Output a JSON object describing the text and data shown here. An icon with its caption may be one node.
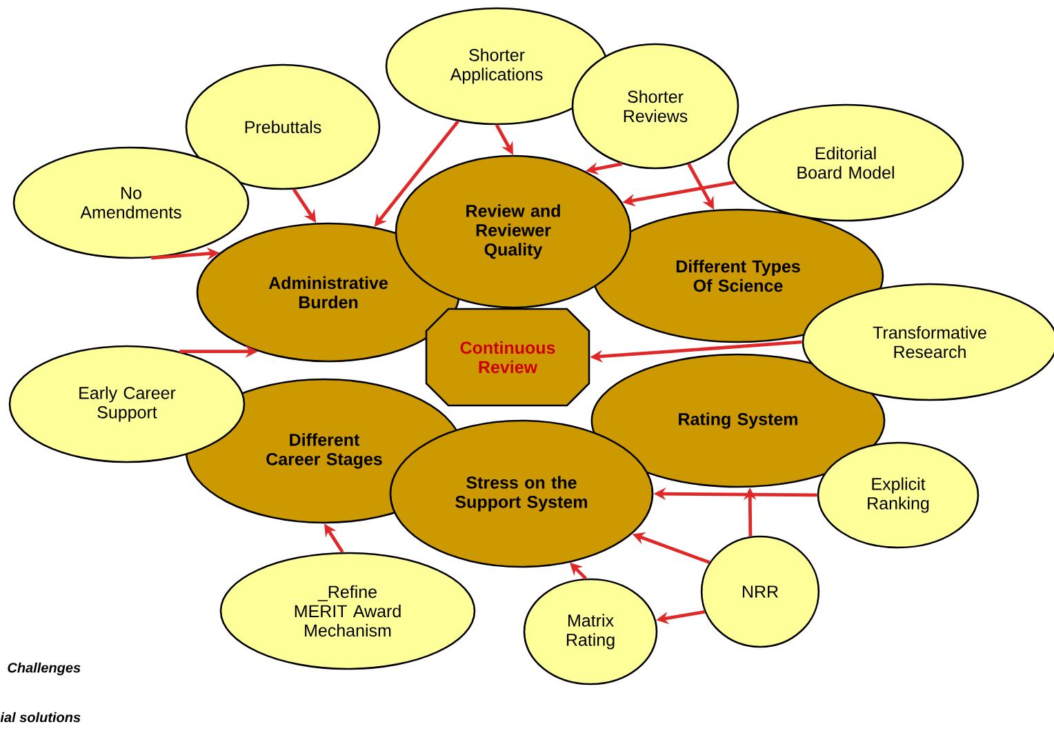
{
  "diagram": {
    "nodes": [
      {
        "text": [
          "Shorter Applications"
        ]
      },
      {
        "text": [
          "Prebuttals"
        ]
      },
      {
        "text": [
          "Shorter Reviews"
        ]
      },
      {
        "text": [
          "Editorial Board Model"
        ]
      },
      {
        "text": [
          "No Amendments"
        ]
      },
      {
        "text": [
          "Administrative Burden"
        ]
      },
      {
        "text": [
          "Review and Reviewer Quality"
        ]
      },
      {
        "text": [
          "Different Types Of Science"
        ]
      },
      {
        "text": [
          "Continuous Review"
        ]
      },
      {
        "text": [
          "Transformative Research"
        ]
      },
      {
        "text": [
          "Early Career Support"
        ]
      },
      {
        "text": [
          "Different Career Stages"
        ]
      },
      {
        "text": [
          "Rating System"
        ]
      },
      {
        "text": [
          "Stress on the Support System"
        ]
      },
      {
        "text": [
          "Explicit Ranking"
        ]
      },
      {
        "text": [
          "_Refine MERIT Award Mechanism"
        ]
      },
      {
        "text": [
          "Matrix Rating"
        ]
      },
      {
        "text": [
          "NRR"
        ]
      }
    ],
    "edges": [
      {
        "from": 0,
        "to": 6,
        "arrow": "to"
      },
      {
        "from": 1,
        "to": 5,
        "arrow": "to"
      },
      {
        "from": 0,
        "to": 5,
        "arrow": "to"
      },
      {
        "from": 2,
        "to": 6,
        "arrow": "to"
      },
      {
        "from": 3,
        "to": 6,
        "arrow": "to"
      },
      {
        "from": 2,
        "to": 7,
        "arrow": "to"
      },
      {
        "from": 4,
        "to": 5,
        "arrow": "to"
      },
      {
        "from": 10,
        "to": 5,
        "arrow": "to"
      },
      {
        "from": 15,
        "to": 11,
        "arrow": "to"
      },
      {
        "from": 9,
        "to": 8,
        "arrow": "to"
      },
      {
        "from": 14,
        "to": 13,
        "arrow": "to"
      },
      {
        "from": 17,
        "to": 12,
        "arrow": "to"
      },
      {
        "from": 17,
        "to": 16,
        "arrow": "to"
      },
      {
        "from": 17,
        "to": 13,
        "arrow": "to"
      },
      {
        "from": 16,
        "to": 13,
        "arrow": "to"
      }
    ],
    "labels": [
      "Challenges",
      "ial solutions"
    ]
  }
}
